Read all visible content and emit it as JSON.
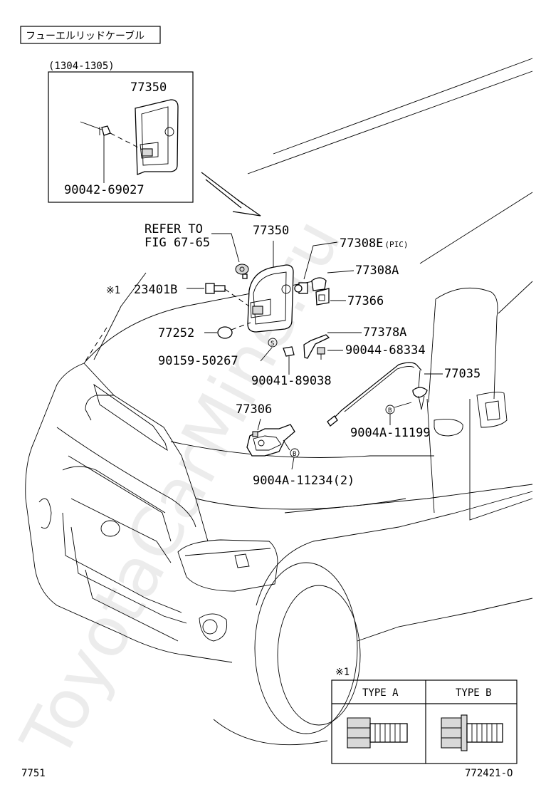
{
  "title": "フューエルリッドケーブル",
  "inset": {
    "date_range": "(1304-1305)",
    "part_top": "77350",
    "part_bottom": "90042-69027"
  },
  "callouts": {
    "refer_line1": "REFER TO",
    "refer_line2": "FIG 67-65",
    "p77350": "77350",
    "p77308e": "77308E",
    "p77308e_suffix": "(PIC)",
    "p77308a": "77308A",
    "p77366": "77366",
    "note_mark": "※1",
    "p23401b": "23401B",
    "p77252": "77252",
    "p77378a": "77378A",
    "p90159": "90159-50267",
    "p90044": "90044-68334",
    "p90041": "90041-89038",
    "p77035": "77035",
    "p77306": "77306",
    "p9004a_11199": "9004A-11199",
    "p9004a_11234": "9004A-11234(2)",
    "sym_s": "S",
    "sym_b": "B"
  },
  "type_table": {
    "note_mark": "※1",
    "type_a": "TYPE A",
    "type_b": "TYPE B"
  },
  "footer": {
    "left": "7751",
    "right": "772421-O"
  },
  "watermark": "ToyotaCarMine.ru"
}
